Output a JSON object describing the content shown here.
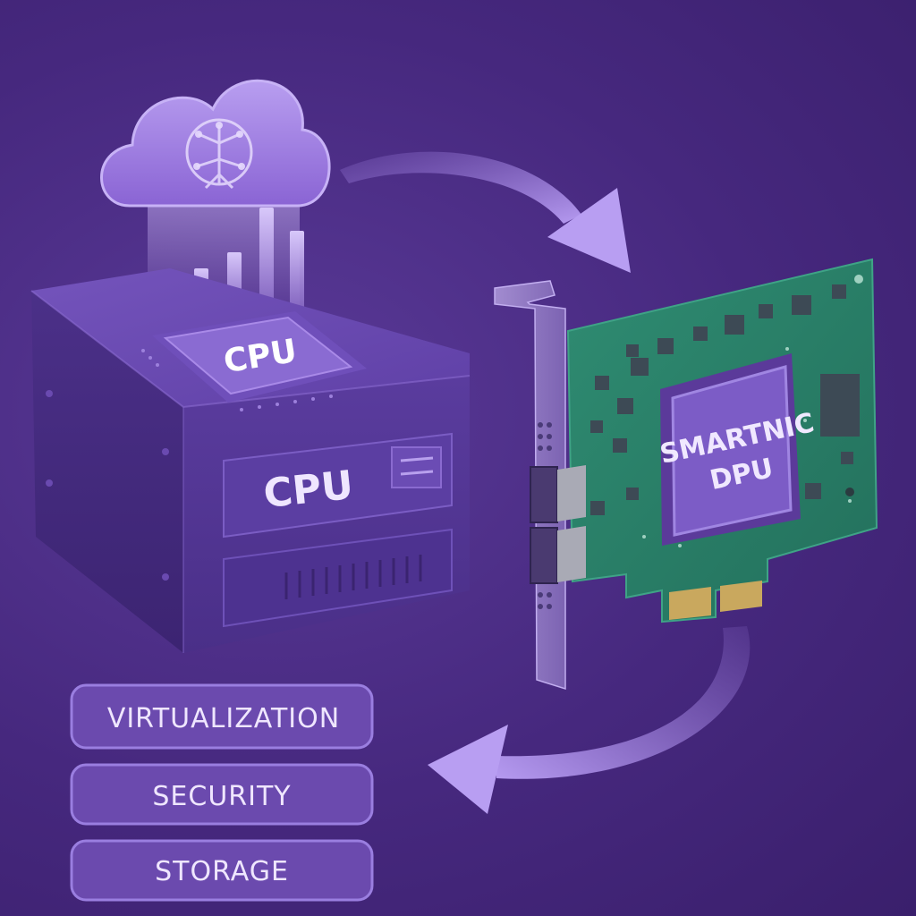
{
  "labels": {
    "cpu_chip": "CPU",
    "cpu_panel": "CPU",
    "dpu_line1": "SMARTNIC",
    "dpu_line2": "DPU"
  },
  "features": [
    {
      "label": "VIRTUALIZATION"
    },
    {
      "label": "SECURITY"
    },
    {
      "label": "STORAGE"
    }
  ],
  "icons": {
    "cloud": "cloud-circuit-icon",
    "bars": "bar-chart-icon",
    "arrow_top": "curved-arrow-right-icon",
    "arrow_bottom": "curved-arrow-left-icon"
  },
  "colors": {
    "background": "#46287e",
    "accent": "#b99cf0",
    "pcb": "#2e8a70"
  }
}
